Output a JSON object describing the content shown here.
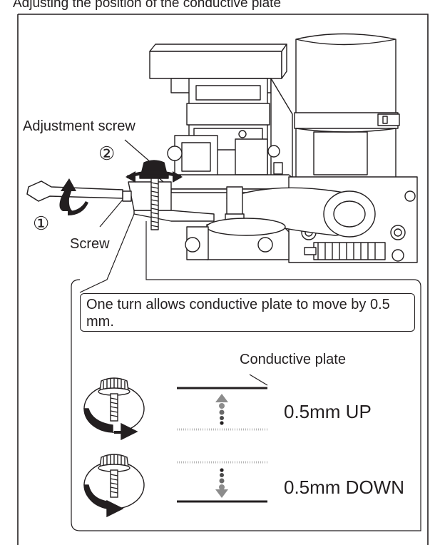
{
  "header_text": "Adjusting the position of the conductive plate",
  "step_markers": [
    "①",
    "②"
  ],
  "labels": {
    "adjustment_screw": "Adjustment screw",
    "screw": "Screw",
    "conductive_plate": "Conductive plate"
  },
  "callout": {
    "note": "One turn allows conductive plate to move by 0.5 mm."
  },
  "directions": {
    "up": "0.5mm UP",
    "down": "0.5mm DOWN"
  },
  "colors": {
    "line": "#231f20",
    "plate_active": "#231f20",
    "plate_ghost": "#b5b5b5",
    "arrow_grey": "#8c8c8c"
  },
  "icons": [
    "hex-key-icon",
    "rotate-arrow-icon",
    "knob-rotate-ccw-icon",
    "knob-rotate-cw-icon"
  ]
}
